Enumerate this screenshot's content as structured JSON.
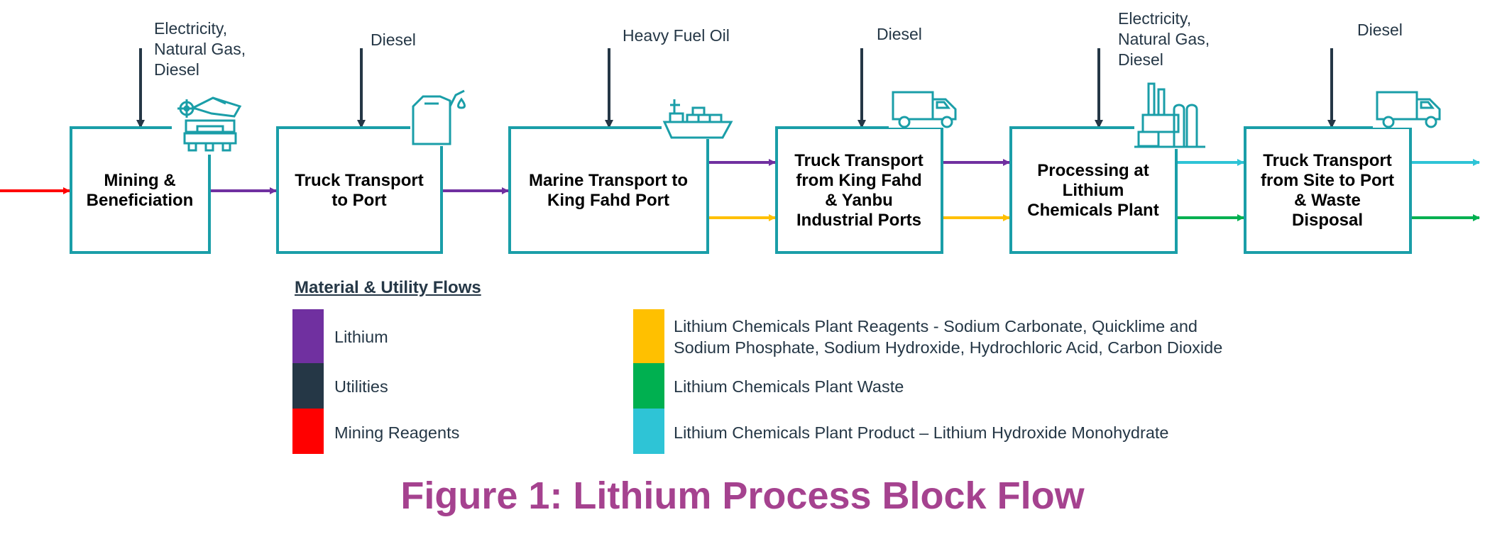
{
  "diagram": {
    "blocks": [
      {
        "label": "Mining &\nBeneficiation",
        "utility": "Electricity,\nNatural Gas,\nDiesel",
        "icon": "mining-excavator-icon"
      },
      {
        "label": "Truck Transport\nto Port",
        "utility": "Diesel",
        "icon": "fuel-canister-icon"
      },
      {
        "label": "Marine Transport to\nKing Fahd Port",
        "utility": "Heavy Fuel Oil",
        "icon": "cargo-ship-icon"
      },
      {
        "label": "Truck Transport\nfrom King Fahd\n& Yanbu\nIndustrial Ports",
        "utility": "Diesel",
        "icon": "truck-icon"
      },
      {
        "label": "Processing at\nLithium\nChemicals Plant",
        "utility": "Electricity,\nNatural Gas,\nDiesel",
        "icon": "chemical-plant-icon"
      },
      {
        "label": "Truck Transport\nfrom Site to Port\n& Waste\nDisposal",
        "utility": "Diesel",
        "icon": "truck-icon"
      }
    ],
    "flows": [
      {
        "from": "input",
        "to": "Mining & Beneficiation",
        "flow": "Mining Reagents"
      },
      {
        "from": "Mining & Beneficiation",
        "to": "Truck Transport to Port",
        "flow": "Lithium"
      },
      {
        "from": "Truck Transport to Port",
        "to": "Marine Transport to King Fahd Port",
        "flow": "Lithium"
      },
      {
        "from": "Marine Transport to King Fahd Port",
        "to": "Truck Transport from King Fahd & Yanbu Industrial Ports",
        "flow": "Lithium"
      },
      {
        "from": "Marine Transport to King Fahd Port",
        "to": "Truck Transport from King Fahd & Yanbu Industrial Ports",
        "flow": "Lithium Chemicals Plant Reagents"
      },
      {
        "from": "Truck Transport from King Fahd & Yanbu Industrial Ports",
        "to": "Processing at Lithium Chemicals Plant",
        "flow": "Lithium"
      },
      {
        "from": "Truck Transport from King Fahd & Yanbu Industrial Ports",
        "to": "Processing at Lithium Chemicals Plant",
        "flow": "Lithium Chemicals Plant Reagents"
      },
      {
        "from": "Processing at Lithium Chemicals Plant",
        "to": "Truck Transport from Site to Port & Waste Disposal",
        "flow": "Lithium Chemicals Plant Product"
      },
      {
        "from": "Processing at Lithium Chemicals Plant",
        "to": "Truck Transport from Site to Port & Waste Disposal",
        "flow": "Lithium Chemicals Plant Waste"
      },
      {
        "from": "Truck Transport from Site to Port & Waste Disposal",
        "to": "output",
        "flow": "Lithium Chemicals Plant Product"
      },
      {
        "from": "Truck Transport from Site to Port & Waste Disposal",
        "to": "output",
        "flow": "Lithium Chemicals Plant Waste"
      }
    ]
  },
  "legend": {
    "title": "Material & Utility Flows",
    "items": [
      {
        "label": "Lithium",
        "color": "#7030a0"
      },
      {
        "label": "Utilities",
        "color": "#253746"
      },
      {
        "label": "Mining Reagents",
        "color": "#ff0000"
      },
      {
        "label": "Lithium Chemicals Plant Reagents - Sodium Carbonate, Quicklime and\nSodium Phosphate, Sodium Hydroxide, Hydrochloric Acid, Carbon Dioxide",
        "color": "#ffc000"
      },
      {
        "label": "Lithium Chemicals Plant Waste",
        "color": "#00b050"
      },
      {
        "label": "Lithium Chemicals Plant Product – Lithium Hydroxide Monohydrate",
        "color": "#2ec4d6"
      }
    ]
  },
  "colors": {
    "block_border": "#1a9ea8",
    "icon": "#1a9ea8",
    "caption": "#a5428f"
  },
  "caption": "Figure 1: Lithium Process Block Flow"
}
